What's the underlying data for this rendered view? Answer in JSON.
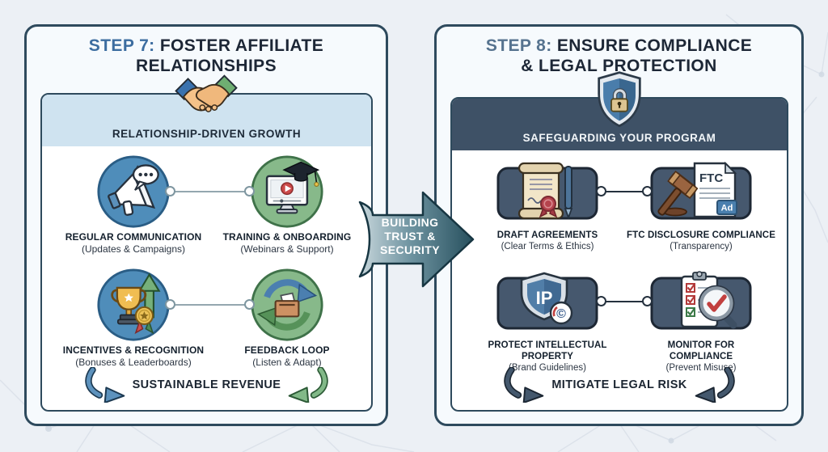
{
  "left_panel": {
    "title": {
      "prefix": "STEP 7:",
      "rest_line1": "FOSTER AFFILIATE",
      "rest_line2": "RELATIONSHIPS"
    },
    "subheader": "RELATIONSHIP-DRIVEN GROWTH",
    "items": [
      {
        "icon": "megaphone-icon",
        "label": "REGULAR COMMUNICATION",
        "sublabel": "(Updates & Campaigns)"
      },
      {
        "icon": "training-monitor-icon",
        "label": "TRAINING & ONBOARDING",
        "sublabel": "(Webinars & Support)"
      },
      {
        "icon": "trophy-recognition-icon",
        "label": "INCENTIVES & RECOGNITION",
        "sublabel": "(Bonuses & Leaderboards)"
      },
      {
        "icon": "feedback-loop-icon",
        "label": "FEEDBACK LOOP",
        "sublabel": "(Listen & Adapt)"
      }
    ],
    "footer": "SUSTAINABLE REVENUE"
  },
  "connector_arrow": {
    "label": "BUILDING TRUST & SECURITY"
  },
  "right_panel": {
    "title": {
      "prefix": "STEP 8:",
      "rest_line1": "ENSURE COMPLIANCE",
      "rest_line2": "& LEGAL PROTECTION"
    },
    "subheader": "SAFEGUARDING YOUR PROGRAM",
    "items": [
      {
        "icon": "agreement-scroll-icon",
        "label": "DRAFT AGREEMENTS",
        "sublabel": "(Clear Terms & Ethics)"
      },
      {
        "icon": "ftc-gavel-icon",
        "label": "FTC DISCLOSURE COMPLIANCE",
        "sublabel": "(Transparency)"
      },
      {
        "icon": "ip-shield-icon",
        "label": "PROTECT INTELLECTUAL PROPERTY",
        "sublabel": "(Brand Guidelines)"
      },
      {
        "icon": "compliance-checklist-icon",
        "label": "MONITOR FOR COMPLIANCE",
        "sublabel": "(Prevent Misuse)"
      }
    ],
    "footer": "MITIGATE LEGAL RISK",
    "icon_text": {
      "ftc": "FTC",
      "ad_badge": "Ad",
      "ip": "IP",
      "copyright": "©"
    }
  },
  "colors": {
    "panel_border": "#2e4a5d",
    "left_header_bg": "#cfe3f0",
    "right_header_bg": "#3e5166",
    "step7_accent": "#3c6da0",
    "step8_accent": "#56738f",
    "blue_circle": "#4f8dba",
    "green_circle": "#87b98a",
    "dark_tile": "#46586e",
    "arrow_gradient_start": "#c8d7dc",
    "arrow_gradient_end": "#27505e"
  }
}
